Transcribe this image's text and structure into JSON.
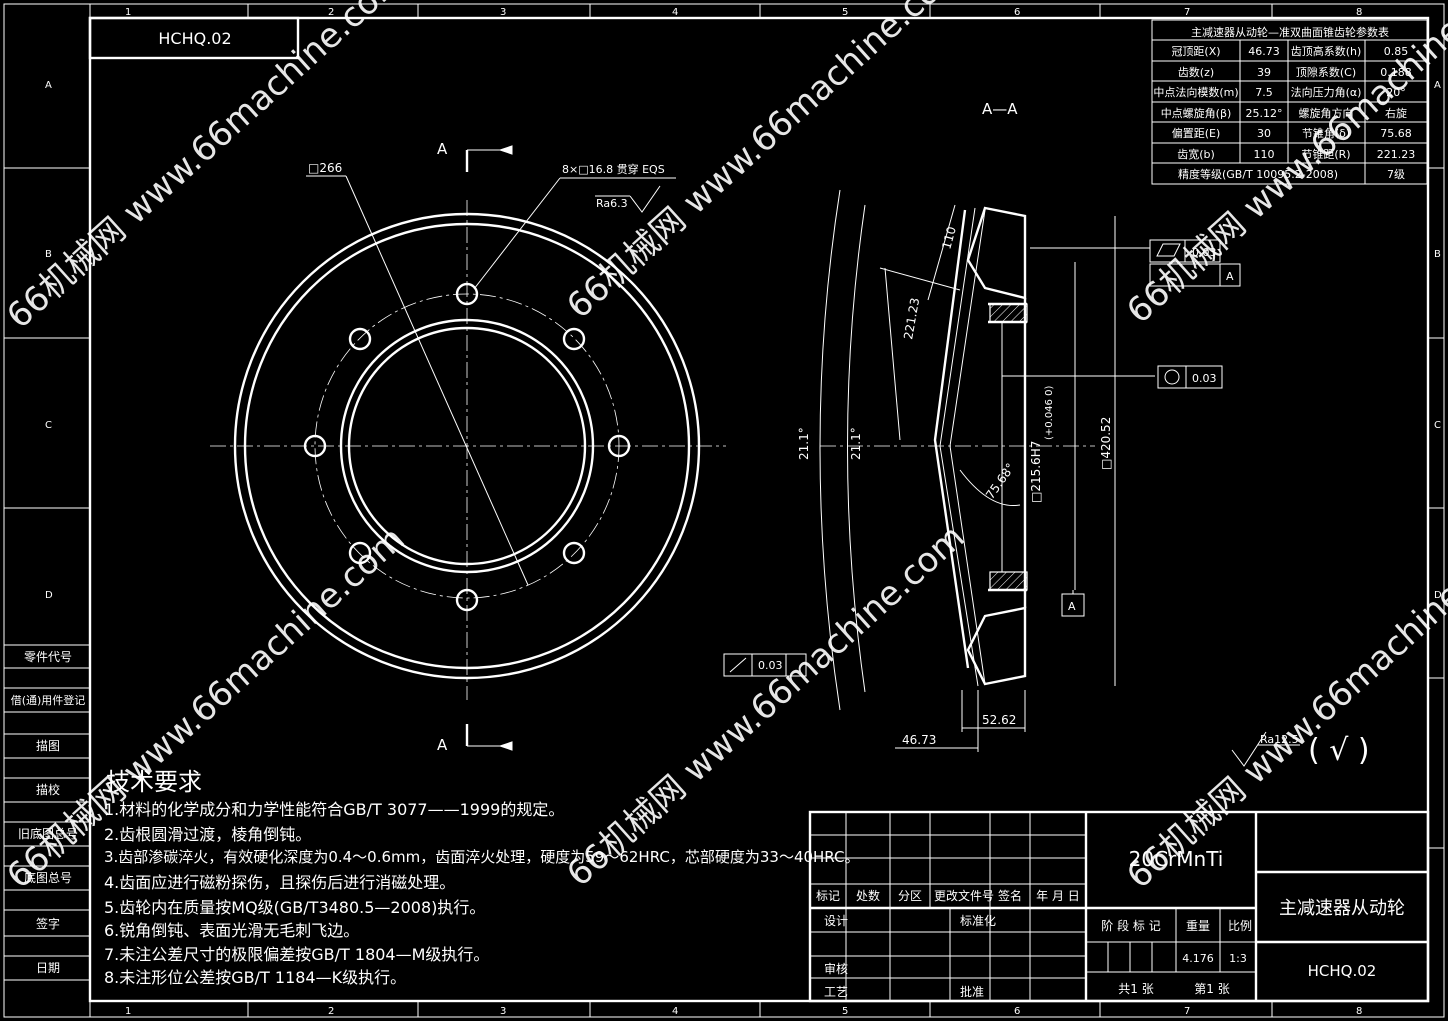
{
  "frame": {
    "columns": [
      "1",
      "2",
      "3",
      "4",
      "5",
      "6",
      "7",
      "8"
    ],
    "rows": [
      "A",
      "B",
      "C",
      "D"
    ],
    "drawing_code_corner": "HCHQ.02"
  },
  "left_column": {
    "labels": [
      "零件代号",
      "借(通)用件登记",
      "描图",
      "描校",
      "旧底图总号",
      "底图总号",
      "签字",
      "日期"
    ]
  },
  "view_a": {
    "section_mark_top": "A",
    "section_mark_bottom": "A",
    "dia_outer": "□266",
    "hole_callout": "8×□16.8 贯穿 EQS",
    "roughness": "Ra6.3"
  },
  "section_view": {
    "title": "A—A",
    "dims": {
      "d110": "110",
      "d221_23": "221.23",
      "angle_outer": "21.1°",
      "angle_inner": "21.1°",
      "angle_root": "75.68°",
      "bore": "□215.6H7",
      "bore_tol": "(+0.046 0)",
      "d420": "□420.52",
      "d52": "52.62",
      "d46": "46.73"
    },
    "gdt": {
      "flatness_value": "0.03",
      "flatness_ref": "A",
      "runout_value": "0.03",
      "runout_value2": "0.03",
      "datum": "A"
    }
  },
  "gear_table": {
    "title": "主减速器从动轮—准双曲面锥齿轮参数表",
    "rows": [
      [
        "冠顶距(X)",
        "46.73",
        "齿顶高系数(h)",
        "0.85"
      ],
      [
        "齿数(z)",
        "39",
        "顶隙系数(C)",
        "0.188"
      ],
      [
        "中点法向模数(m)",
        "7.5",
        "法向压力角(α)",
        "20°"
      ],
      [
        "中点螺旋角(β)",
        "25.12°",
        "螺旋角方向",
        "右旋"
      ],
      [
        "偏置距(E)",
        "30",
        "节锥角(δ)",
        "75.68"
      ],
      [
        "齿宽(b)",
        "110",
        "节锥距(R)",
        "221.23"
      ]
    ],
    "precision_label": "精度等级(GB/T 10095.2-2008)",
    "precision_value": "7级"
  },
  "roughness_general": {
    "value": "Ra12.5",
    "paren": "( √ )"
  },
  "tech_requirements": {
    "title": "技术要求",
    "items": [
      "1.材料的化学成分和力学性能符合GB/T 3077——1999的规定。",
      "2.齿根圆滑过渡，棱角倒钝。",
      "3.齿部渗碳淬火，有效硬化深度为0.4～0.6mm，齿面淬火处理，硬度为59～62HRC，芯部硬度为33～40HRC。",
      "4.齿面应进行磁粉探伤，且探伤后进行消磁处理。",
      "5.齿轮内在质量按MQ级(GB/T3480.5—2008)执行。",
      "6.锐角倒钝、表面光滑无毛刺飞边。",
      "7.未注公差尺寸的极限偏差按GB/T 1804—M级执行。",
      "8.未注形位公差按GB/T 1184—K级执行。"
    ]
  },
  "title_block": {
    "material": "20CrMnTi",
    "part_name": "主减速器从动轮",
    "drawing_no": "HCHQ.02",
    "row_labels": [
      "标记",
      "处数",
      "分区",
      "更改文件号",
      "签名",
      "年 月 日"
    ],
    "design": "设计",
    "standardize": "标准化",
    "stage_mark": "阶 段 标 记",
    "weight": "重量",
    "scale": "比例",
    "weight_value": "4.176",
    "scale_value": "1:3",
    "review": "审核",
    "process": "工艺",
    "approve": "批准",
    "total_sheets": "共1 张",
    "sheet_no": "第1 张"
  },
  "watermarks": [
    "66机械网 www.66machine.com",
    "66机械网 www.66machine.com",
    "66机械网 www.66machine.com",
    "66机械网 www.66machine.com",
    "66机械网 www.66machine.com",
    "66机械网 www.66machine.com"
  ]
}
